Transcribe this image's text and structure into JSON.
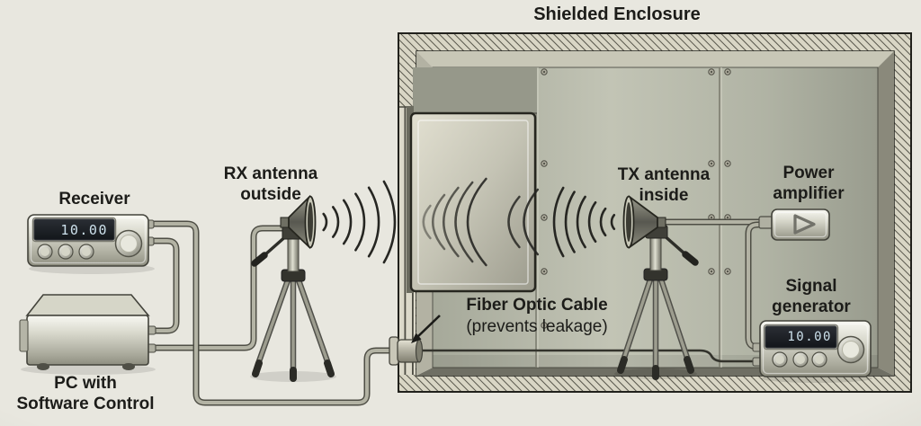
{
  "title": "Shielded Enclosure",
  "devices": {
    "receiver": {
      "label": "Receiver",
      "display_value": "10.00"
    },
    "pc": {
      "label_line1": "PC with",
      "label_line2": "Software Control"
    },
    "power_amplifier": {
      "label_line1": "Power",
      "label_line2": "amplifier",
      "icon": "play-triangle-icon"
    },
    "signal_generator": {
      "label_line1": "Signal",
      "label_line2": "generator",
      "display_value": "10.00"
    }
  },
  "antennas": {
    "rx": {
      "label_line1": "RX antenna",
      "label_line2": "outside"
    },
    "tx": {
      "label_line1": "TX antenna",
      "label_line2": "inside"
    }
  },
  "annotations": {
    "fiber_optic": {
      "label_line1": "Fiber Optic Cable",
      "label_line2": "(prevents leakage)",
      "pointer": "arrow-icon"
    }
  },
  "colors": {
    "background": "#e8e7df",
    "label_text": "#1c1c19",
    "display_background": "#171a1e",
    "display_text": "#cde1ec",
    "cable": "#b3b3a4",
    "fiber_cable": "#33332c",
    "wave": "#262622",
    "enclosure_hatch_base": "#d9d6c5",
    "metal_light": "#f2f2ea",
    "metal_dark": "#8e8e80"
  }
}
